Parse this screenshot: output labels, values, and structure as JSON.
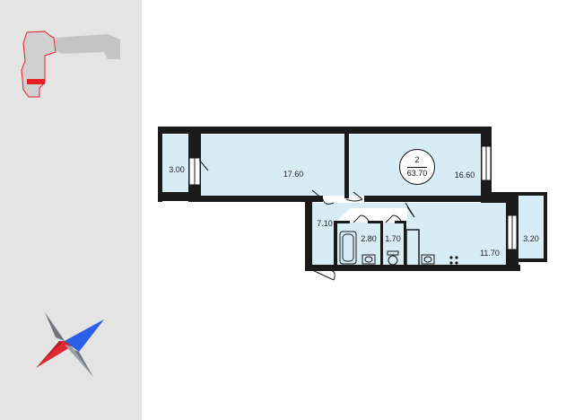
{
  "apartment": {
    "rooms_count": "2",
    "total_area": "63.70",
    "rooms": [
      {
        "id": "balcony-left",
        "area": "3.00"
      },
      {
        "id": "bedroom",
        "area": "17.60"
      },
      {
        "id": "living-room",
        "area": "16.60"
      },
      {
        "id": "hallway",
        "area": "7.10"
      },
      {
        "id": "bathroom",
        "area": "2.80"
      },
      {
        "id": "toilet",
        "area": "1.70"
      },
      {
        "id": "kitchen",
        "area": "11.70"
      },
      {
        "id": "balcony-right",
        "area": "3.20"
      }
    ]
  },
  "colors": {
    "room_fill": "#d8ecf6",
    "wall": "#1a1a1a",
    "sidebar_bg": "#e4e4e4",
    "building_gray": "#c4c4c4",
    "highlight_red": "#e31e24",
    "compass_red": "#e3262d",
    "compass_blue": "#1f4fd6",
    "compass_gray": "#8a8f96"
  },
  "icons": [
    "building-location-icon",
    "compass-icon",
    "bathtub-icon",
    "sink-icon",
    "toilet-icon",
    "stove-icon"
  ]
}
